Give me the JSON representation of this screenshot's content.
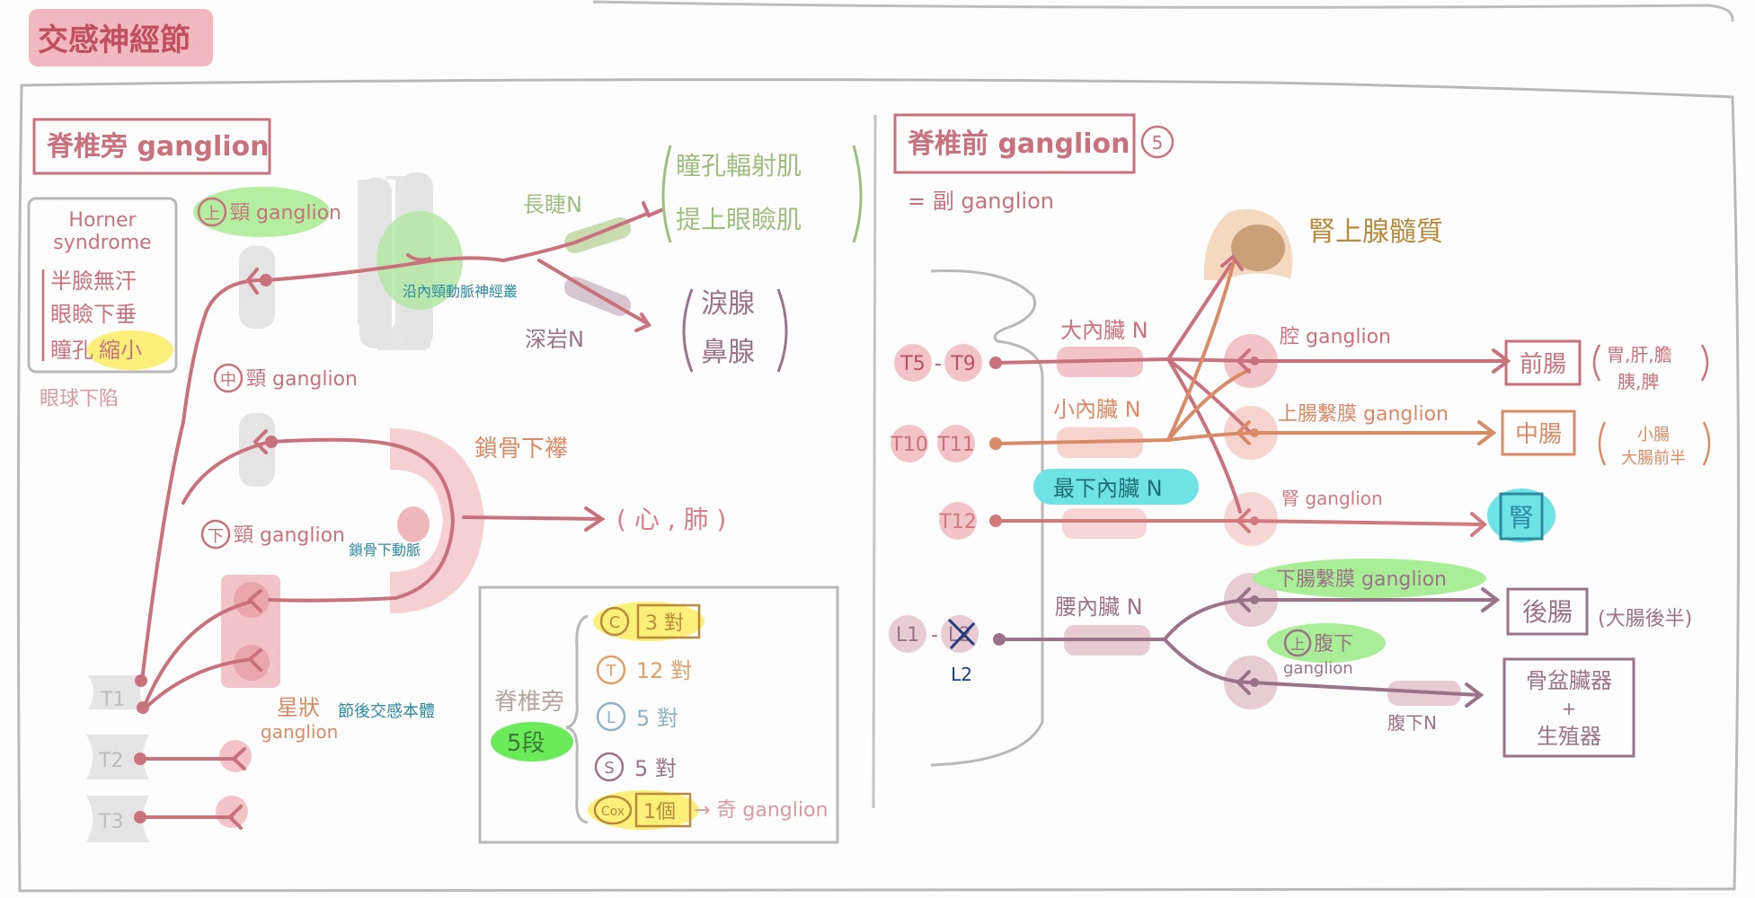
{
  "title": "交感神經節",
  "colors": {
    "pink": "#c9727d",
    "purple": "#9b7388",
    "orange": "#d98a66",
    "green": "#9dbf7e",
    "teal": "#2b8aa0",
    "grey": "#b6b6b6",
    "hl_yellow": "#fdf07a",
    "hl_green": "#a9ee96",
    "hl_cyan": "#6fe2e6",
    "hl_bright_green": "#6bea5a"
  },
  "left": {
    "section_title": "脊椎旁 ganglion",
    "horner": {
      "title_1": "Horner",
      "title_2": "syndrome",
      "item_1": "半臉無汗",
      "item_2": "眼瞼下垂",
      "item_3_a": "瞳孔",
      "item_3_b": "縮小",
      "extra": "眼球下陷"
    },
    "upper_ganglion": {
      "circle": "上",
      "label": "頸 ganglion"
    },
    "middle_ganglion": {
      "circle": "中",
      "label": "頸 ganglion"
    },
    "lower_ganglion": {
      "circle": "下",
      "label": "頸 ganglion"
    },
    "carotid_plexus": "沿內頸動脈神經叢",
    "long_ciliary": "長睫N",
    "deep_petrosal": "深岩N",
    "upper_targets": [
      "瞳孔輻射肌",
      "提上眼瞼肌"
    ],
    "lower_targets": [
      "淚腺",
      "鼻腺"
    ],
    "subclavian_loop": "鎖骨下襻",
    "subclavian_artery": "鎖骨下動脈",
    "heart_lung": "( 心 , 肺 )",
    "stellate_1": "星狀",
    "stellate_2": "ganglion",
    "postganglionic": "節後交感本體",
    "vertebrae": [
      "T1",
      "T2",
      "T3"
    ],
    "summary": {
      "label": "脊椎旁",
      "segments": "5段",
      "rows": [
        {
          "letter": "C",
          "count": "3 對"
        },
        {
          "letter": "T",
          "count": "12 對"
        },
        {
          "letter": "L",
          "count": "5 對"
        },
        {
          "letter": "S",
          "count": "5 對"
        },
        {
          "letter": "Cox",
          "count": "1個"
        }
      ],
      "odd_ganglion": "→ 奇 ganglion"
    }
  },
  "right": {
    "section_title": "脊椎前 ganglion",
    "count_circle": "5",
    "subtitle": "= 副 ganglion",
    "adrenal": "腎上腺髓質",
    "greater_splanchnic": "大內臟 N",
    "lesser_splanchnic": "小內臟 N",
    "least_splanchnic": "最下內臟 N",
    "lumbar_splanchnic": "腰內臟 N",
    "levels": [
      "T5",
      "-",
      "T9",
      "T10",
      "T11",
      "T12",
      "L1",
      "-",
      "L2",
      "L2"
    ],
    "celiac": "腔 ganglion",
    "sup_mesenteric": "上腸繫膜 ganglion",
    "renal": "腎 ganglion",
    "inf_mesenteric": "下腸繫膜 ganglion",
    "sup_hypogastric_circle": "上",
    "sup_hypogastric_1": "腹下",
    "sup_hypogastric_2": "ganglion",
    "hypogastric_n": "腹下N",
    "foregut": "前腸",
    "foregut_note_1": "胃,肝,膽",
    "foregut_note_2": "胰,脾",
    "midgut": "中腸",
    "midgut_note_1": "小腸",
    "midgut_note_2": "大腸前半",
    "kidney": "腎",
    "hindgut": "後腸",
    "hindgut_note": "(大腸後半)",
    "pelvic_1": "骨盆臟器",
    "pelvic_2": "+",
    "pelvic_3": "生殖器"
  }
}
